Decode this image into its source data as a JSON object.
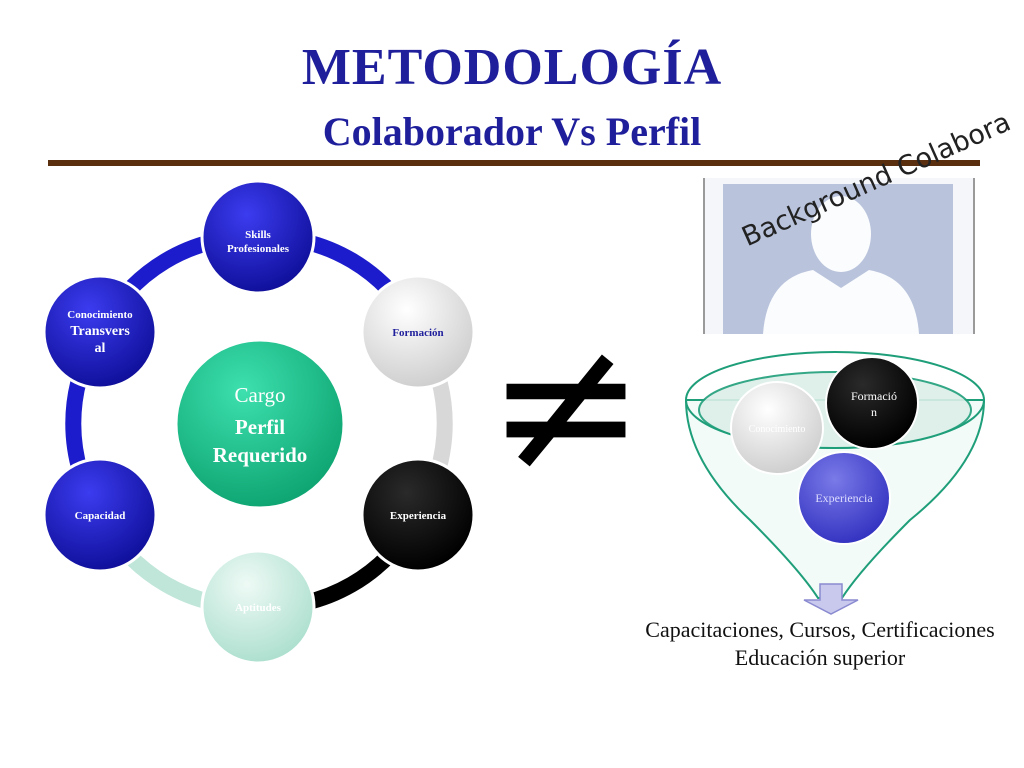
{
  "title": {
    "main": "METODOLOGÍA",
    "sub": "Colaborador Vs Perfil"
  },
  "cycle": {
    "center_lines": [
      "Cargo",
      "Perfil",
      "Requerido"
    ],
    "nodes": [
      {
        "lines": [
          "Skills",
          "Profesionales"
        ],
        "color": "#1c1ccc"
      },
      {
        "lines": [
          "Formación"
        ],
        "color": "#e6e6e6"
      },
      {
        "lines": [
          "Experiencia"
        ],
        "color": "#000000"
      },
      {
        "lines": [
          "Aptitudes"
        ],
        "color": "#cfeee4"
      },
      {
        "lines": [
          "Capacidad"
        ],
        "color": "#1c1ccc"
      },
      {
        "lines": [
          "Conocimiento",
          "Transvers",
          "al"
        ],
        "color": "#1c1ccc"
      }
    ],
    "center_color": "#1bc893"
  },
  "not_equal_symbol": "≠",
  "background": {
    "label": "Background Colabora"
  },
  "funnel": {
    "circles": [
      {
        "label": "Conocimiento",
        "color": "#eeeeee"
      },
      {
        "label": "Formación",
        "color": "#000000"
      },
      {
        "label": "Experiencia",
        "color": "#4a4ad6"
      }
    ],
    "formacion_lines": [
      "Formació",
      "n"
    ],
    "caption_lines": [
      "Capacitaciones, Cursos, Certificaciones",
      "Educación superior"
    ]
  }
}
